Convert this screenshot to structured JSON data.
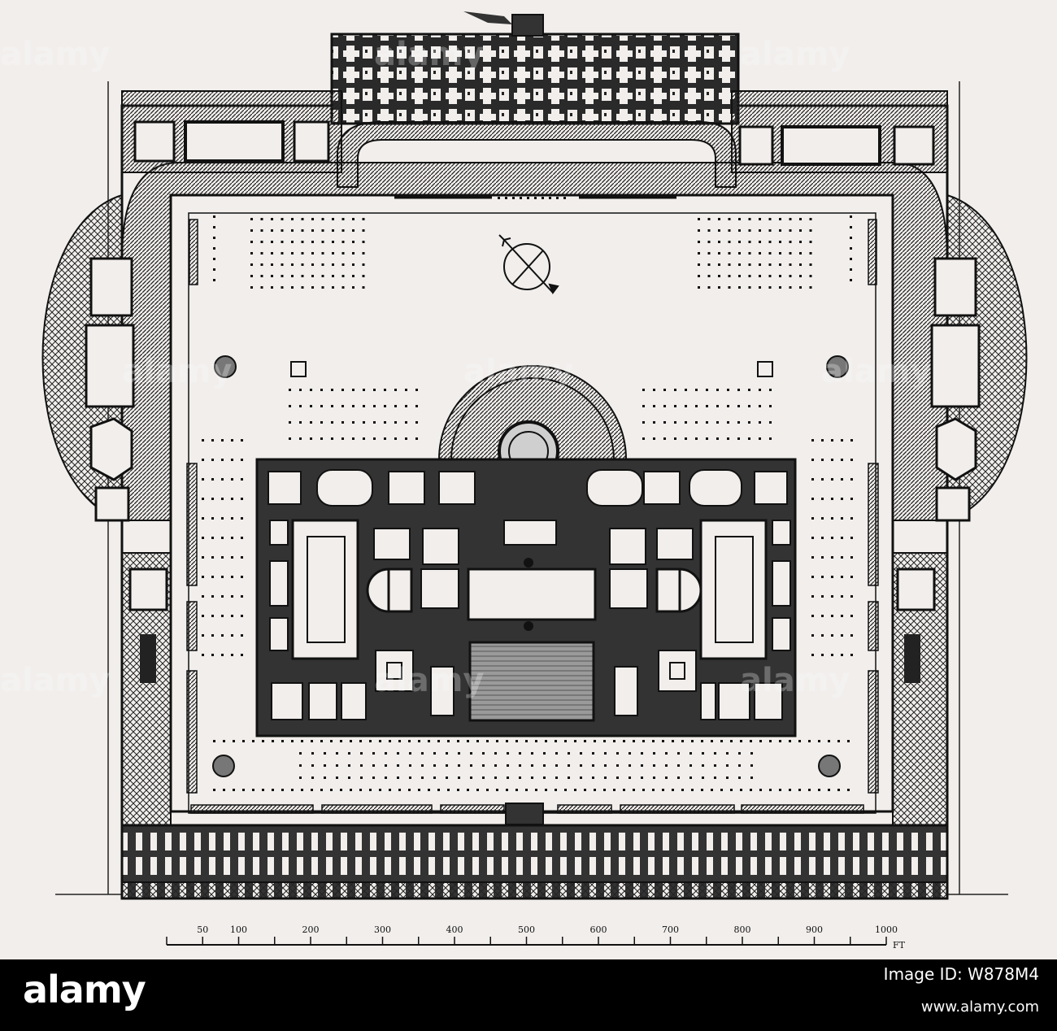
{
  "watermark": {
    "text": "alamy",
    "color": "#ffffff"
  },
  "scale_bar": {
    "labels": [
      "50",
      "100",
      "200",
      "300",
      "400",
      "500",
      "600",
      "700",
      "800",
      "900",
      "1000"
    ],
    "values": [
      50,
      100,
      200,
      300,
      400,
      500,
      600,
      700,
      800,
      900,
      1000
    ],
    "unit": "FT"
  },
  "footer": {
    "brand": "alamy",
    "image_id": "Image ID: W878M4",
    "site": "www.alamy.com",
    "background": "#000000",
    "text_color": "#ffffff"
  },
  "colors": {
    "paper": "#f1eeec",
    "ink": "#1a1a1a",
    "water": "#8a8a8a"
  },
  "icons": [
    "compass-icon"
  ]
}
